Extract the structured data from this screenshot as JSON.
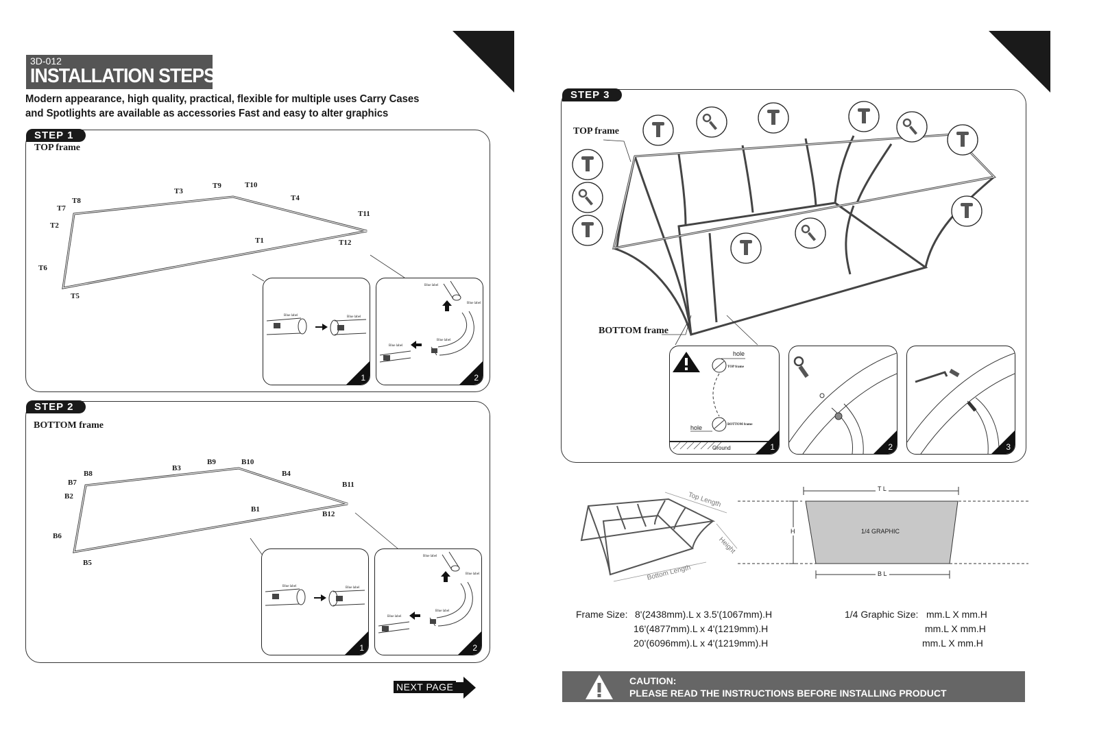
{
  "header": {
    "code": "3D-012",
    "title": "INSTALLATION STEPS",
    "description_line1": "Modern appearance, high quality, practical, flexible for multiple uses Carry Cases",
    "description_line2": "and Spotlights are available as accessories Fast and easy to alter graphics"
  },
  "step1": {
    "tag": "STEP 1",
    "frame_label": "TOP frame",
    "parts": [
      "T1",
      "T2",
      "T3",
      "T4",
      "T5",
      "T6",
      "T7",
      "T8",
      "T9",
      "T10",
      "T11",
      "T12"
    ],
    "detail1_number": "1",
    "detail2_number": "2",
    "blue_label": "Blue label"
  },
  "step2": {
    "tag": "STEP 2",
    "frame_label": "BOTTOM frame",
    "parts": [
      "B1",
      "B2",
      "B3",
      "B4",
      "B5",
      "B6",
      "B7",
      "B8",
      "B9",
      "B10",
      "B11",
      "B12"
    ],
    "detail1_number": "1",
    "detail2_number": "2",
    "blue_label": "Blue label"
  },
  "step3": {
    "tag": "STEP 3",
    "top_label": "TOP frame",
    "bottom_label": "BOTTOM frame",
    "detail1": {
      "hole": "hole",
      "top_frame": "TOP frame",
      "bottom_frame": "BOTTOM frame",
      "ground": "Ground",
      "number": "1"
    },
    "detail2_number": "2",
    "detail3_number": "3"
  },
  "dimensions": {
    "top_length": "Top Length",
    "height": "Height",
    "bottom_length": "Bottom Length",
    "tl": "T L",
    "bl": "B L",
    "h": "H",
    "graphic": "1/4 GRAPHIC"
  },
  "sizes": {
    "frame_label": "Frame Size:",
    "frame_rows": [
      "8'(2438mm).L x 3.5'(1067mm).H",
      "16'(4877mm).L x 4'(1219mm).H",
      "20'(6096mm).L x 4'(1219mm).H"
    ],
    "graphic_label": "1/4 Graphic Size:",
    "graphic_rows": [
      "mm.L X  mm.H",
      "mm.L X  mm.H",
      "mm.L X  mm.H"
    ]
  },
  "nav": {
    "next_page": "NEXT PAGE"
  },
  "caution": {
    "title": "CAUTION:",
    "text": "PLEASE READ THE INSTRUCTIONS BEFORE INSTALLING PRODUCT"
  }
}
